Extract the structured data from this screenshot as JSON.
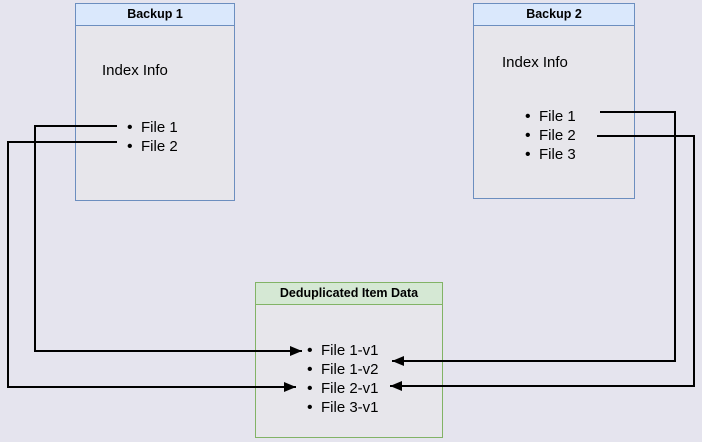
{
  "canvas": {
    "background_color": "#e5e4ee",
    "arrow_color": "#000000"
  },
  "backup1": {
    "title": "Backup 1",
    "index_label": "Index Info",
    "files": [
      "File 1",
      "File 2"
    ],
    "title_fill": "#dae8fc",
    "border_color": "#6c8ebf"
  },
  "backup2": {
    "title": "Backup 2",
    "index_label": "Index Info",
    "files": [
      "File 1",
      "File 2",
      "File 3"
    ],
    "title_fill": "#dae8fc",
    "border_color": "#6c8ebf"
  },
  "dedup_store": {
    "title": "Deduplicated Item Data",
    "items": [
      "File 1-v1",
      "File 1-v2",
      "File 2-v1",
      "File 3-v1"
    ],
    "title_fill": "#d5e8d4",
    "border_color": "#82b366"
  },
  "connections": [
    {
      "from": "Backup 1 / File 1",
      "to": "File 1-v1"
    },
    {
      "from": "Backup 1 / File 2",
      "to": "File 2-v1"
    },
    {
      "from": "Backup 2 / File 1",
      "to": "File 1-v2"
    },
    {
      "from": "Backup 2 / File 2",
      "to": "File 2-v1"
    }
  ]
}
